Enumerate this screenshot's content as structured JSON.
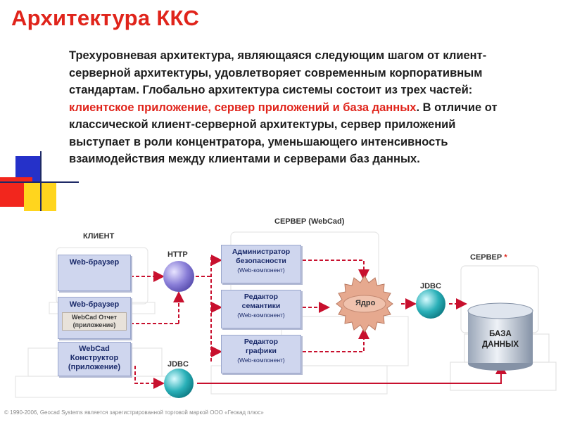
{
  "title": "Архитектура ККС",
  "intro": {
    "part1": "Трехуровневая архитектура, являющаяся следующим шагом от клиент-серверной архитектуры, удовлетворяет современным корпоративным стандартам. Глобально архитектура системы состоит из трех частей: ",
    "highlight": "клиентское приложение, сервер приложений и база данных",
    "part2": ". В отличие от классической клиент-серверной архитектуры, сервер приложений выступает в роли концентратора, уменьшающего интенсивность взаимодействия между клиентами и серверами баз данных."
  },
  "diagram": {
    "client_label": "КЛИЕНТ",
    "server_webcad_label": "СЕРВЕР  (WebCad)",
    "server_label": "СЕРВЕР",
    "server_star": "*",
    "http_label": "HTTP",
    "jdbc_label_bottom": "JDBC",
    "jdbc_label_right": "JDBC",
    "client_boxes": {
      "browser1": "Web-браузер",
      "browser2": "Web-браузер",
      "report_line1": "WebCad Отчет",
      "report_line2": "(приложение)",
      "constructor_line1": "WebCad",
      "constructor_line2": "Конструктор",
      "constructor_line3": "(приложение)"
    },
    "server_boxes": {
      "admin_line1": "Администратор",
      "admin_line2": "безопасности",
      "admin_sub": "(Web-компонент)",
      "semantic_line1": "Редактор",
      "semantic_line2": "семантики",
      "semantic_sub": "(Web-компонент)",
      "graphics_line1": "Редактор",
      "graphics_line2": "графики",
      "graphics_sub": "(Web-компонент)"
    },
    "core_label": "Ядро",
    "db_line1": "БАЗА",
    "db_line2": "ДАННЫХ",
    "colors": {
      "arrow": "#c8102e",
      "http_sphere": "#8a7fd8",
      "jdbc_sphere": "#2ab0b8",
      "box_fill": "#cfd6ee",
      "gear": "#e6a98f"
    }
  },
  "footer": "© 1990-2006, Geocad Systems является зарегистрированной торговой маркой ООО «Геокад плюс»"
}
